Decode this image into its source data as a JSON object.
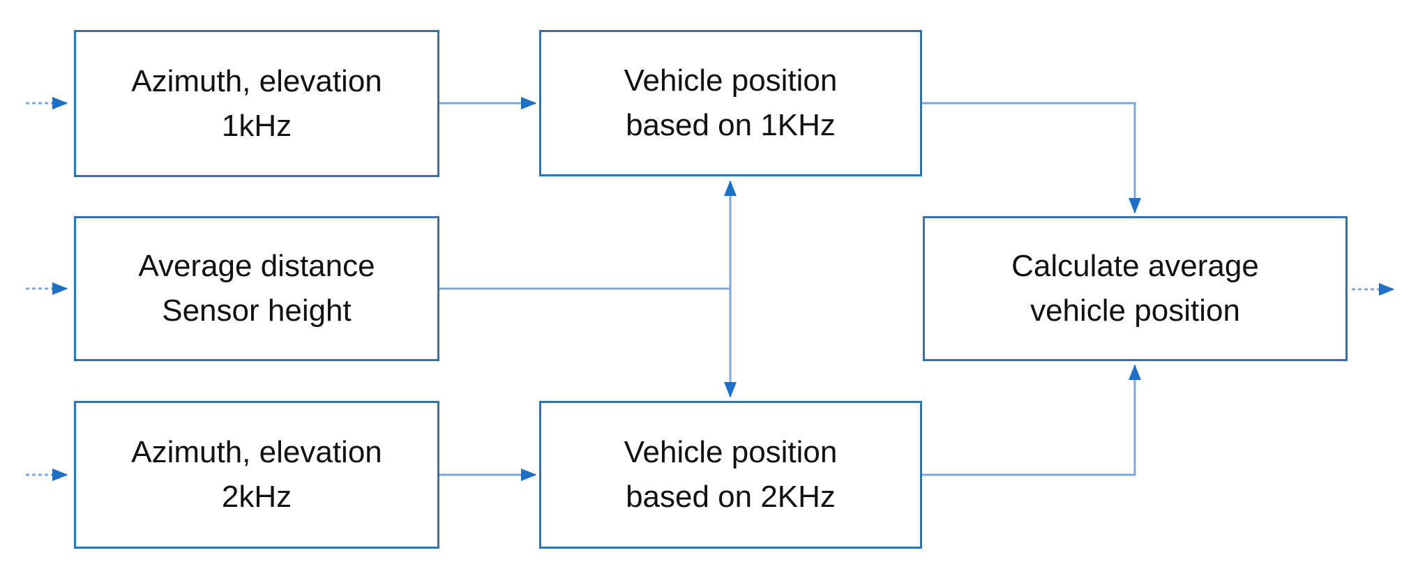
{
  "diagram": {
    "boxes": [
      {
        "id": "azimuth-1khz",
        "line1": "Azimuth, elevation",
        "line2": "1kHz"
      },
      {
        "id": "avg-distance",
        "line1": "Average distance",
        "line2": "Sensor height"
      },
      {
        "id": "azimuth-2khz",
        "line1": "Azimuth, elevation",
        "line2": "2kHz"
      },
      {
        "id": "vehicle-pos-1khz",
        "line1": "Vehicle position",
        "line2": "based on 1KHz"
      },
      {
        "id": "vehicle-pos-2khz",
        "line1": "Vehicle position",
        "line2": "based on 2KHz"
      },
      {
        "id": "calc-average",
        "line1": "Calculate average",
        "line2": "vehicle position"
      }
    ],
    "edges": [
      {
        "from": "external-input",
        "to": "azimuth-1khz",
        "style": "dashed"
      },
      {
        "from": "external-input",
        "to": "avg-distance",
        "style": "dashed"
      },
      {
        "from": "external-input",
        "to": "azimuth-2khz",
        "style": "dashed"
      },
      {
        "from": "azimuth-1khz",
        "to": "vehicle-pos-1khz",
        "style": "solid"
      },
      {
        "from": "avg-distance",
        "to": "vehicle-pos-1khz",
        "style": "solid"
      },
      {
        "from": "avg-distance",
        "to": "vehicle-pos-2khz",
        "style": "solid"
      },
      {
        "from": "azimuth-2khz",
        "to": "vehicle-pos-2khz",
        "style": "solid"
      },
      {
        "from": "vehicle-pos-1khz",
        "to": "calc-average",
        "style": "solid"
      },
      {
        "from": "vehicle-pos-2khz",
        "to": "calc-average",
        "style": "solid"
      },
      {
        "from": "calc-average",
        "to": "external-output",
        "style": "dashed"
      }
    ],
    "colors": {
      "box_border": "#2E74B5",
      "connector": "#7DA7DC",
      "arrowhead": "#1E6FC6",
      "text": "#111111",
      "background": "#FFFFFF"
    }
  }
}
